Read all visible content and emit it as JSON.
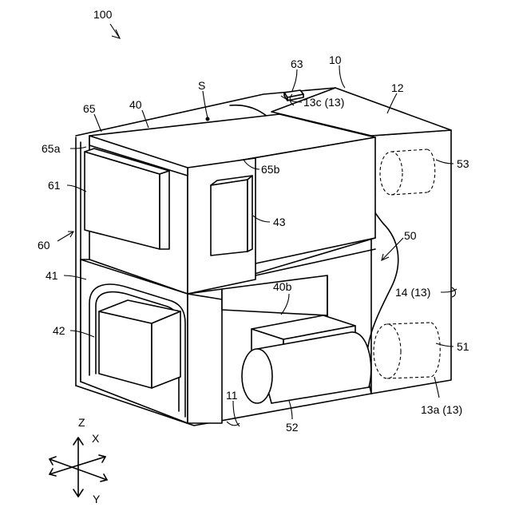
{
  "figure": {
    "labels": {
      "l100": "100",
      "l10": "10",
      "l63": "63",
      "l12": "12",
      "lS": "S",
      "l13c": "13c (13)",
      "l65": "65",
      "l40": "40",
      "l65a": "65a",
      "l65b": "65b",
      "l53": "53",
      "l61": "61",
      "l43": "43",
      "l50": "50",
      "l60": "60",
      "l40b": "40b",
      "l41": "41",
      "l14": "14 (13)",
      "l42": "42",
      "l51": "51",
      "l11": "11",
      "l52": "52",
      "l13a": "13a (13)",
      "axZ": "Z",
      "axX": "X",
      "axY": "Y"
    }
  }
}
